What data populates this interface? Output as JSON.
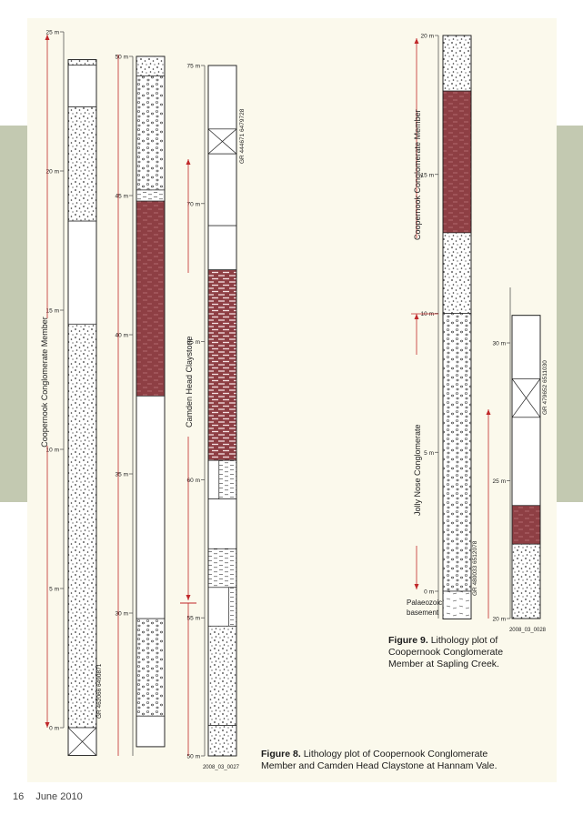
{
  "page": {
    "page_number": "16",
    "date": "June 2010"
  },
  "colors": {
    "band": "#c3c9b1",
    "sheet": "#fbf9ec",
    "claystone": "#8e3f44",
    "scale_red": "#c0282a"
  },
  "figure8": {
    "col1": {
      "scale": [
        {
          "label": "25 m",
          "value": 25
        },
        {
          "label": "20 m",
          "value": 20
        },
        {
          "label": "15 m",
          "value": 15
        },
        {
          "label": "10 m",
          "value": 10
        },
        {
          "label": "5 m",
          "value": 5
        },
        {
          "label": "0 m",
          "value": 0
        }
      ],
      "unit_label": "Coopernook Conglomerate Member",
      "grid_ref": "GR 462066 6490871",
      "units": [
        {
          "lith": "dots",
          "from": 23.8,
          "to": 24.0
        },
        {
          "lith": "plain",
          "from": 22.3,
          "to": 23.8
        },
        {
          "lith": "dots",
          "from": 18.2,
          "to": 22.3
        },
        {
          "lith": "plain",
          "from": 14.5,
          "to": 18.2
        },
        {
          "lith": "dots",
          "from": 0,
          "to": 14.5
        },
        {
          "lith": "cross",
          "from": -1,
          "to": 0
        }
      ]
    },
    "col2": {
      "scale": [
        {
          "label": "50 m",
          "value": 50
        },
        {
          "label": "45 m",
          "value": 45
        },
        {
          "label": "40 m",
          "value": 40
        },
        {
          "label": "35 m",
          "value": 35
        },
        {
          "label": "30 m",
          "value": 30
        }
      ],
      "units": [
        {
          "lith": "dots",
          "from": 49.3,
          "to": 50.0
        },
        {
          "lith": "pebbles",
          "from": 45.2,
          "to": 49.3
        },
        {
          "lith": "dashes",
          "from": 44.8,
          "to": 45.2
        },
        {
          "lith": "claystone",
          "from": 37.8,
          "to": 44.8
        },
        {
          "lith": "plain",
          "from": 29.8,
          "to": 37.8
        },
        {
          "lith": "pebbles",
          "from": 26.3,
          "to": 29.8
        },
        {
          "lith": "plain",
          "from": 25.2,
          "to": 26.3
        }
      ]
    },
    "col3": {
      "scale": [
        {
          "label": "75 m",
          "value": 75
        },
        {
          "label": "70 m",
          "value": 70
        },
        {
          "label": "65 m",
          "value": 65
        },
        {
          "label": "60 m",
          "value": 60
        },
        {
          "label": "55 m",
          "value": 55
        },
        {
          "label": "50 m",
          "value": 50
        }
      ],
      "unit_label": "Camden Head Claystone",
      "grid_ref": "GR 444671 6479728",
      "code": "2008_03_0027",
      "units": [
        {
          "lith": "plain",
          "from": 72.7,
          "to": 75.0
        },
        {
          "lith": "cross",
          "from": 71.8,
          "to": 72.7
        },
        {
          "lith": "plain",
          "from": 69.2,
          "to": 71.8
        },
        {
          "lith": "plain",
          "from": 67.6,
          "to": 69.2
        },
        {
          "lith": "claystone_lam",
          "from": 60.7,
          "to": 67.6
        },
        {
          "lith": "dashes_half",
          "from": 59.3,
          "to": 60.7
        },
        {
          "lith": "plain",
          "from": 57.5,
          "to": 59.3
        },
        {
          "lith": "dashes",
          "from": 56.1,
          "to": 57.5
        },
        {
          "lith": "dashes_half2",
          "from": 54.7,
          "to": 56.1
        },
        {
          "lith": "dots",
          "from": 51.1,
          "to": 54.7
        },
        {
          "lith": "dots",
          "from": 50.0,
          "to": 51.1
        }
      ]
    },
    "caption_label": "Figure 8.",
    "caption_text": "Lithology plot of Coopernook Conglomerate Member and Camden Head Claystone at Hannam Vale."
  },
  "figure9": {
    "col1": {
      "scale": [
        {
          "label": "20 m",
          "value": 20
        },
        {
          "label": "15 m",
          "value": 15
        },
        {
          "label": "10 m",
          "value": 10
        },
        {
          "label": "5 m",
          "value": 5
        },
        {
          "label": "0 m",
          "value": 0
        }
      ],
      "upper_label": "Coopernook Conglomerate Member",
      "lower_label": "Jolly Nose Conglomerate",
      "base_label_1": "Palaeozoic",
      "base_label_2": "basement",
      "grid_ref": "GR 480033 6512078",
      "units": [
        {
          "lith": "dots",
          "from": 18.0,
          "to": 20.0
        },
        {
          "lith": "claystone",
          "from": 12.9,
          "to": 18.0
        },
        {
          "lith": "dots",
          "from": 10.0,
          "to": 12.9
        },
        {
          "lith": "pebbles",
          "from": 0,
          "to": 10.0
        },
        {
          "lith": "basement",
          "from": -1.0,
          "to": 0
        }
      ]
    },
    "col2": {
      "scale": [
        {
          "label": "30 m",
          "value": 30
        },
        {
          "label": "25 m",
          "value": 25
        },
        {
          "label": "20 m",
          "value": 20
        }
      ],
      "grid_ref": "GR 479652 6511030",
      "code": "2008_03_0028",
      "units": [
        {
          "lith": "plain",
          "from": 28.7,
          "to": 31.0
        },
        {
          "lith": "cross",
          "from": 27.3,
          "to": 28.7
        },
        {
          "lith": "plain",
          "from": 24.1,
          "to": 27.3
        },
        {
          "lith": "claystone",
          "from": 22.7,
          "to": 24.1
        },
        {
          "lith": "dots",
          "from": 20.0,
          "to": 22.7
        }
      ]
    },
    "caption_label": "Figure 9.",
    "caption_text": "Lithology plot of Coopernook Conglomerate Member at Sapling Creek."
  }
}
